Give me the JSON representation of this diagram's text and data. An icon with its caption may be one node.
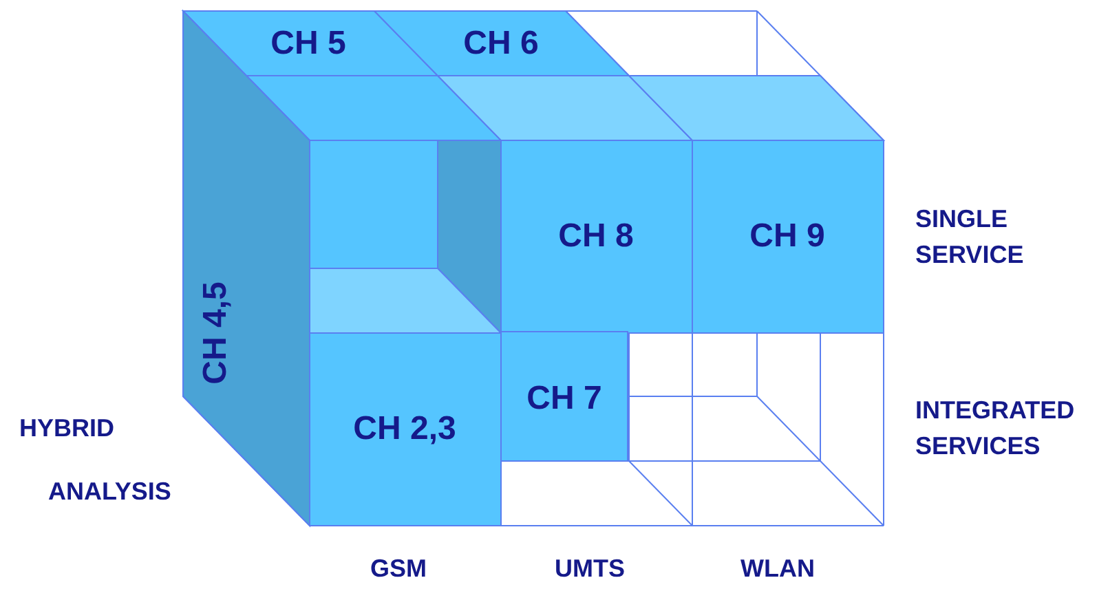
{
  "diagram": {
    "nodes": [
      {
        "text": [
          "CH 5"
        ]
      },
      {
        "text": [
          "CH 6"
        ]
      },
      {
        "text": [
          "CH 8"
        ]
      },
      {
        "text": [
          "CH 9"
        ]
      },
      {
        "text": [
          "CH 4,5"
        ]
      },
      {
        "text": [
          "CH 7"
        ]
      },
      {
        "text": [
          "CH 2,3"
        ]
      }
    ],
    "edges": [],
    "labels": [
      "SINGLE SERVICE",
      "INTEGRATED SERVICES",
      "HYBRID",
      "ANALYSIS",
      "GSM",
      "UMTS",
      "WLAN"
    ]
  }
}
